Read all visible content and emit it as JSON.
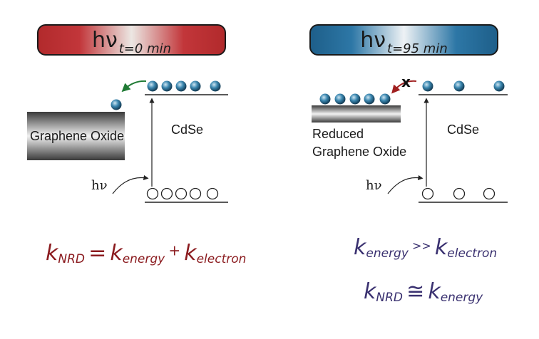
{
  "left_panel": {
    "banner": {
      "symbol": "hν",
      "subscript": "t=0 min"
    },
    "material": "Graphene Oxide",
    "semiconductor": "CdSe",
    "excitation": "hν",
    "equation": {
      "k": "k",
      "nrd": "NRD",
      "eq": "=",
      "energy": "energy",
      "plus": "+",
      "electron": "electron"
    }
  },
  "right_panel": {
    "banner": {
      "symbol": "hν",
      "subscript": "t=95 min"
    },
    "material_line1": "Reduced",
    "material_line2": "Graphene Oxide",
    "semiconductor": "CdSe",
    "excitation": "hν",
    "blocked_mark": "x",
    "equation1": {
      "k": "k",
      "energy": "energy",
      "op": ">>",
      "electron": "electron"
    },
    "equation2": {
      "k": "k",
      "nrd": "NRD",
      "op": "≅",
      "energy": "energy"
    }
  },
  "colors": {
    "red_banner": "#b22a2c",
    "blue_banner": "#2d77a6",
    "red_text": "#8b1b1f",
    "blue_text": "#3a3170",
    "green_arrow": "#1f7a34",
    "red_arrow": "#a02020"
  }
}
